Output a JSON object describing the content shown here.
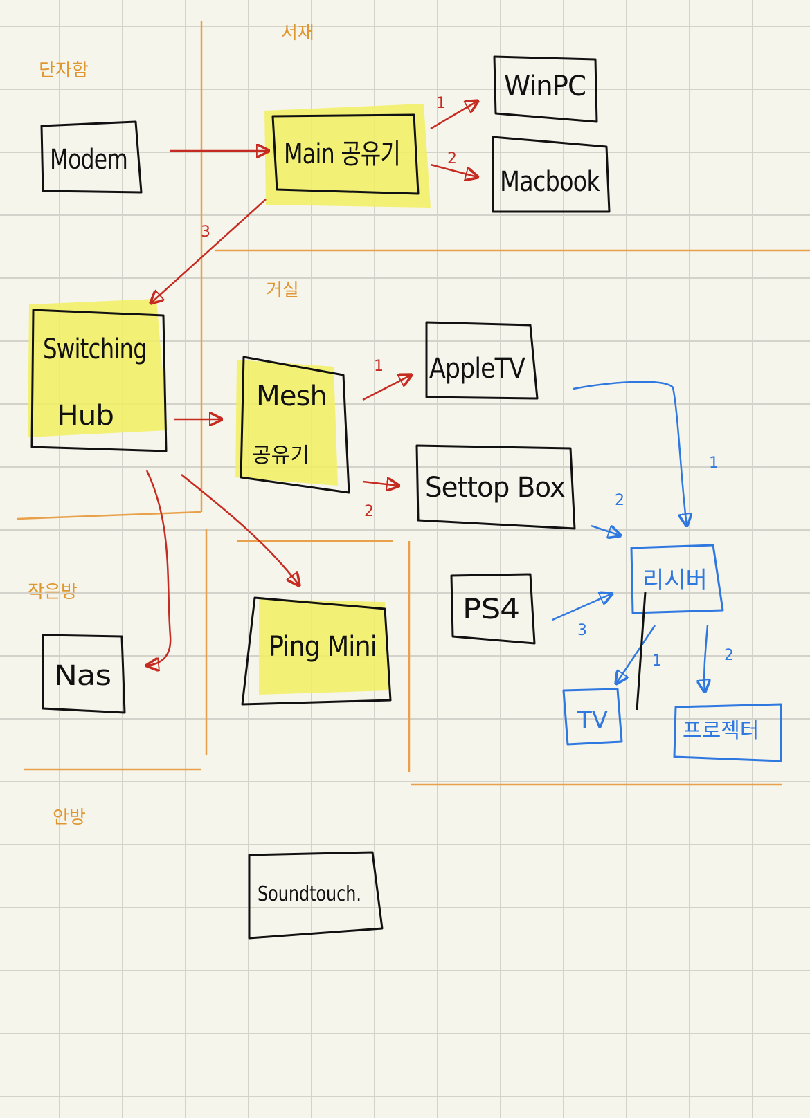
{
  "colors": {
    "zone_line": "#e8a04a",
    "zone_text": "#e0962f",
    "red_edge": "#c62b22",
    "blue_edge": "#2f78e0",
    "highlight": "#f2f060",
    "box": "#111111"
  },
  "zones": {
    "utility": "단자함",
    "study": "서재",
    "living": "거실",
    "work": "작은방",
    "bedroom": "안방"
  },
  "nodes": {
    "modem": "Modem",
    "main_router": "Main 공유기",
    "winpc": "WinPC",
    "macbook": "Macbook",
    "switching_hub_1": "Switching",
    "switching_hub_2": "Hub",
    "mesh_1": "Mesh",
    "mesh_2": "공유기",
    "apple_tv": "AppleTV",
    "settop_box": "Settop Box",
    "ps4": "PS4",
    "receiver": "리시버",
    "tv": "TV",
    "projector": "프로젝터",
    "nas": "Nas",
    "ping_mini": "Ping Mini",
    "soundtouch": "Soundtouch."
  },
  "edge_labels": {
    "main_winpc": "1",
    "main_macbook": "2",
    "main_hub": "3",
    "mesh_appletv": "1",
    "mesh_settop": "2",
    "receiver_in_1": "1",
    "receiver_in_2": "2",
    "receiver_in_3": "3",
    "receiver_out_1": "1",
    "receiver_out_2": "2"
  }
}
